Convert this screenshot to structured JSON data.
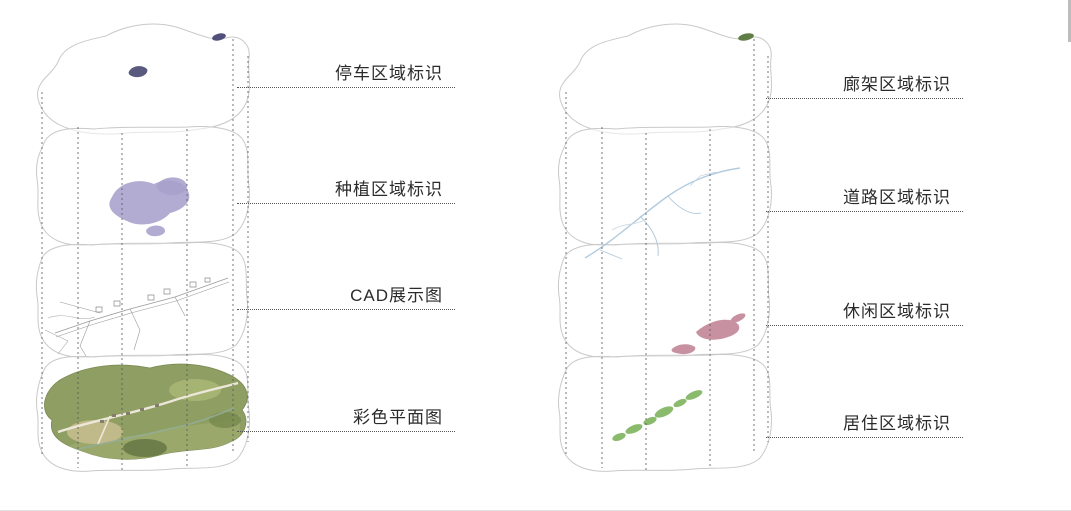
{
  "diagram": {
    "left": {
      "labels": [
        {
          "text": "停车区域标识"
        },
        {
          "text": "种植区域标识"
        },
        {
          "text": "CAD展示图"
        },
        {
          "text": "彩色平面图"
        }
      ]
    },
    "right": {
      "labels": [
        {
          "text": "廊架区域标识"
        },
        {
          "text": "道路区域标识"
        },
        {
          "text": "休闲区域标识"
        },
        {
          "text": "居住区域标识"
        }
      ]
    },
    "colors": {
      "layer_outline": "#c9c9c9",
      "dashed_guide": "#555555",
      "parking_marker": "#50507a",
      "planting_area": "#a7a0cc",
      "cad_lines": "#9a9a9a",
      "map_base_green": "#8f9e63",
      "pergola_marker": "#5f7d44",
      "road_network_blue": "#b3cbdd",
      "leisure_area_pink": "#c791a1",
      "residential_green": "#8abb6d"
    }
  }
}
